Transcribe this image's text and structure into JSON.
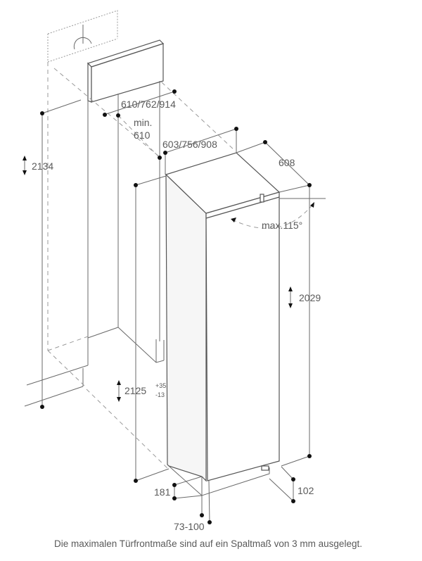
{
  "dimensions": {
    "niche_width": "610/762/914",
    "min_depth_label": "min.",
    "min_depth_value": "610",
    "door_width": "603/756/908",
    "appliance_depth": "608",
    "niche_height_upper": "2134",
    "door_opening": "max.115°",
    "appliance_height": "2029",
    "niche_height": "2125",
    "niche_height_tol_plus": "+35",
    "niche_height_tol_minus": "-13",
    "plinth_height": "181",
    "foot_depth": "102",
    "plinth_depth": "73-100"
  },
  "caption": "Die maximalen Türfrontmaße sind auf ein Spaltmaß von 3 mm ausgelegt.",
  "colors": {
    "line": "#6a6a6a",
    "text": "#5a5a5a",
    "dot": "#111111"
  }
}
